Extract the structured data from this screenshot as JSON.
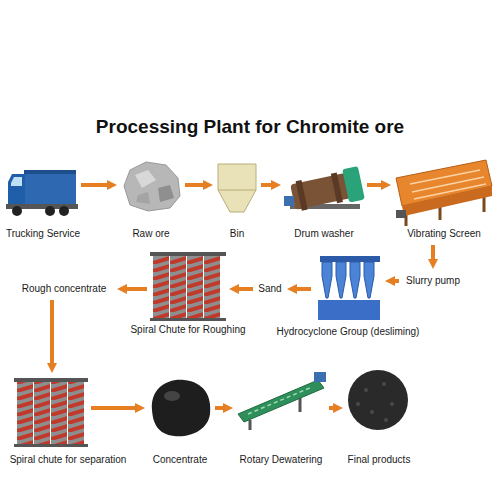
{
  "diagram": {
    "title": "Processing Plant for Chromite ore",
    "nodes": [
      {
        "text": [
          "Trucking Service"
        ]
      },
      {
        "text": [
          "Raw ore"
        ]
      },
      {
        "text": [
          "Bin"
        ]
      },
      {
        "text": [
          "Drum washer"
        ]
      },
      {
        "text": [
          "Vibrating Screen"
        ]
      },
      {
        "text": [
          "Slurry pump"
        ]
      },
      {
        "text": [
          "Hydrocyclone Group (desliming)"
        ]
      },
      {
        "text": [
          "Sand"
        ]
      },
      {
        "text": [
          "Spiral Chute for Roughing"
        ]
      },
      {
        "text": [
          "Rough concentrate"
        ]
      },
      {
        "text": [
          "Spiral chute for separation"
        ]
      },
      {
        "text": [
          "Concentrate"
        ]
      },
      {
        "text": [
          "Rotary Dewatering"
        ]
      },
      {
        "text": [
          "Final products"
        ]
      }
    ],
    "edges": [
      {
        "from": 0,
        "to": 1,
        "arrow": "to"
      },
      {
        "from": 1,
        "to": 2,
        "arrow": "to"
      },
      {
        "from": 2,
        "to": 3,
        "arrow": "to"
      },
      {
        "from": 3,
        "to": 4,
        "arrow": "to"
      },
      {
        "from": 4,
        "to": 5,
        "arrow": "to"
      },
      {
        "from": 5,
        "to": 6,
        "arrow": "to"
      },
      {
        "from": 6,
        "to": 7,
        "arrow": "to"
      },
      {
        "from": 7,
        "to": 8,
        "arrow": "to"
      },
      {
        "from": 8,
        "to": 9,
        "arrow": "to"
      },
      {
        "from": 9,
        "to": 10,
        "arrow": "to"
      },
      {
        "from": 10,
        "to": 11,
        "arrow": "to"
      },
      {
        "from": 11,
        "to": 12,
        "arrow": "to"
      },
      {
        "from": 12,
        "to": 13,
        "arrow": "to"
      }
    ]
  }
}
